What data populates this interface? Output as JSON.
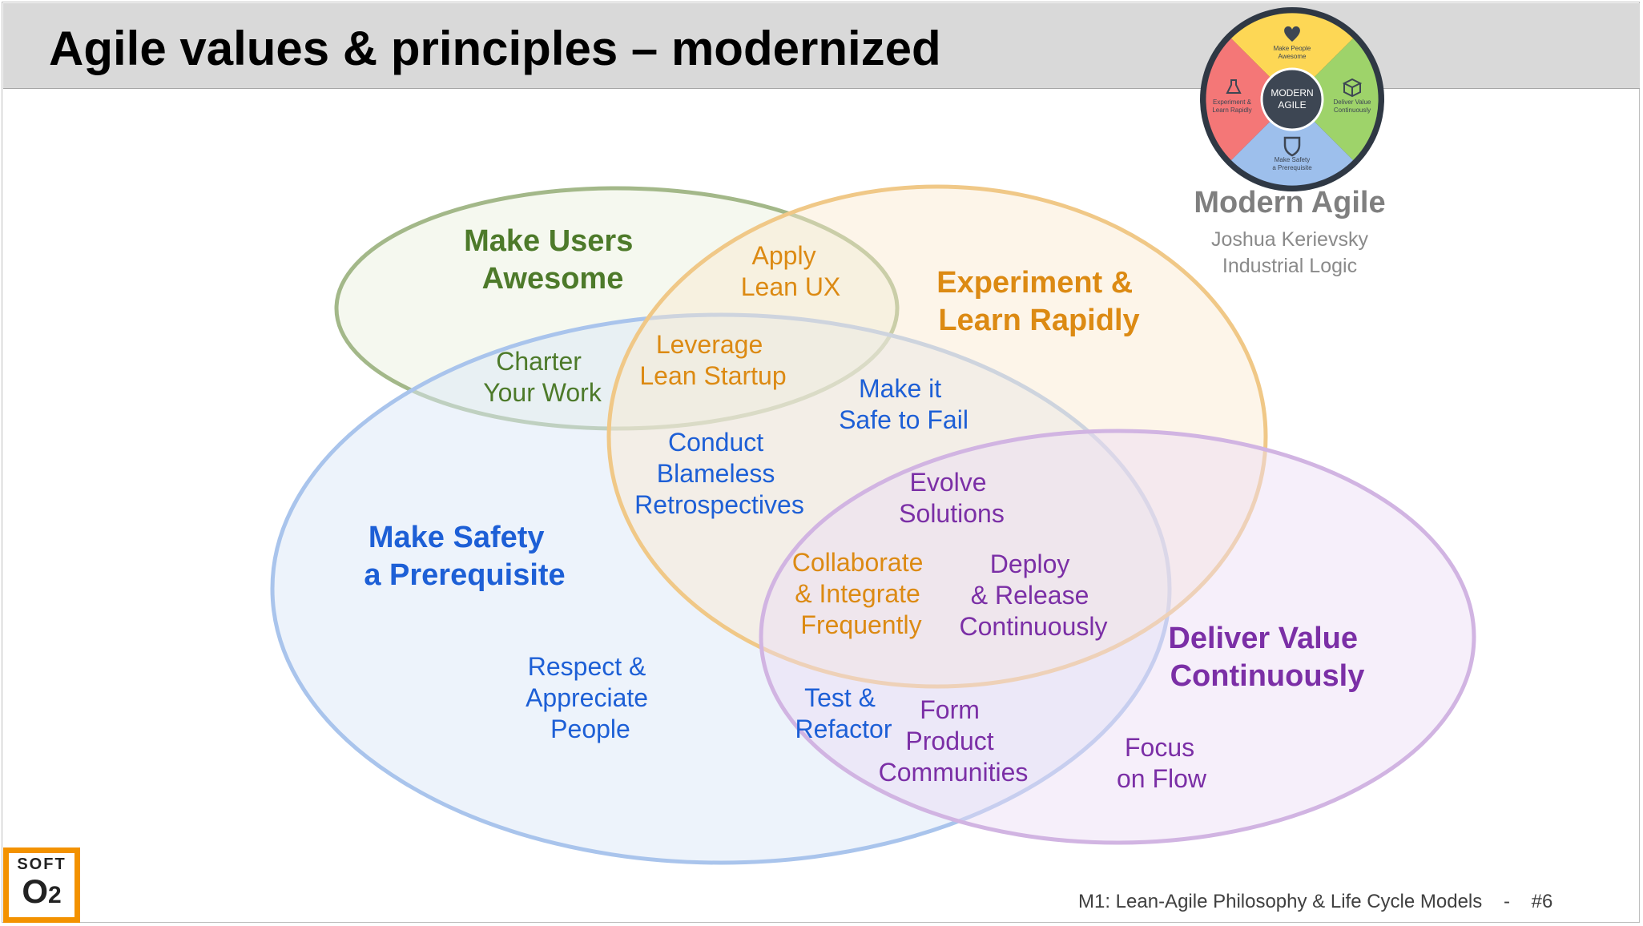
{
  "slide": {
    "title": "Agile values & principles – modernized",
    "footer_course": "M1: Lean-Agile Philosophy & Life Cycle Models",
    "footer_separator": "-",
    "footer_page": "#6"
  },
  "logo": {
    "top": "SOFT",
    "bottom_main": "O",
    "bottom_sub": "2"
  },
  "modern_agile": {
    "center_line1": "MODERN",
    "center_line2": "AGILE",
    "segment_top": [
      "Make People",
      "Awesome"
    ],
    "segment_right": [
      "Deliver Value",
      "Continuously"
    ],
    "segment_bottom": [
      "Make Safety",
      "a Prerequisite"
    ],
    "segment_left": [
      "Experiment &",
      "Learn Rapidly"
    ],
    "title": "Modern Agile",
    "author": "Joshua Kerievsky",
    "company": "Industrial Logic",
    "colors": {
      "top": "#fdd755",
      "right": "#9ed36a",
      "bottom": "#9dbfec",
      "left": "#f47777",
      "center": "#3d4653",
      "rim": "#2f3844"
    }
  },
  "venn": {
    "colors": {
      "users": "#4d7a2a",
      "experiment": "#dc8a13",
      "safety": "#1d5fd6",
      "deliver": "#7b2fa6"
    },
    "circles": {
      "users": [
        "Make Users",
        "Awesome"
      ],
      "experiment": [
        "Experiment &",
        "Learn Rapidly"
      ],
      "safety": [
        "Make Safety",
        "a Prerequisite"
      ],
      "deliver": [
        "Deliver Value",
        "Continuously"
      ]
    },
    "practices": {
      "apply_lean_ux": [
        "Apply",
        "Lean UX"
      ],
      "charter": [
        "Charter",
        "Your Work"
      ],
      "leverage": [
        "Leverage",
        "Lean Startup"
      ],
      "safe_to_fail": [
        "Make it",
        "Safe to Fail"
      ],
      "blameless": [
        "Conduct",
        "Blameless",
        "Retrospectives"
      ],
      "evolve": [
        "Evolve",
        "Solutions"
      ],
      "collaborate": [
        "Collaborate",
        "& Integrate",
        "Frequently"
      ],
      "deploy": [
        "Deploy",
        "& Release",
        "Continuously"
      ],
      "respect": [
        "Respect &",
        "Appreciate",
        "People"
      ],
      "test": [
        "Test &",
        "Refactor"
      ],
      "communities": [
        "Form",
        "Product",
        "Communities"
      ],
      "focus": [
        "Focus",
        "on Flow"
      ]
    }
  }
}
